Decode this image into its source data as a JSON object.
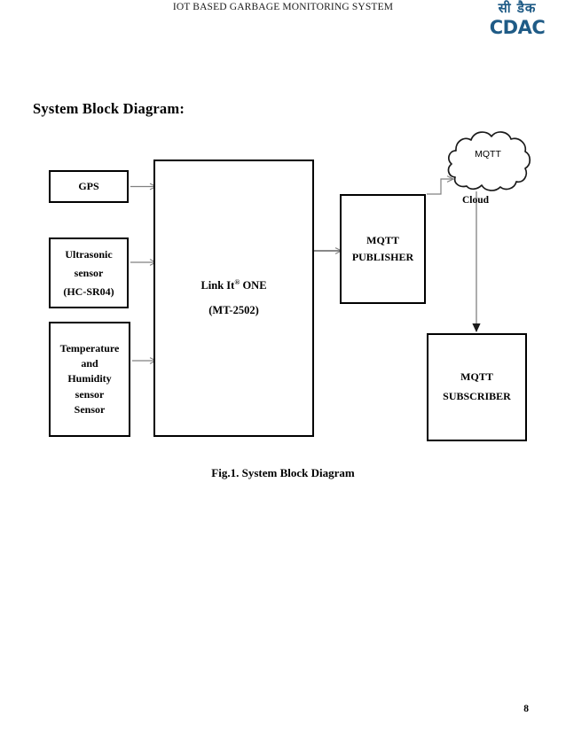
{
  "document": {
    "header_title": "IOT BASED GARBAGE MONITORING SYSTEM",
    "logo": {
      "devanagari": "सी डैक",
      "wordmark": "CDAC",
      "color": "#1f5b86"
    },
    "section_heading": "System Block Diagram:",
    "figure_caption": "Fig.1. System Block Diagram",
    "page_number": "8"
  },
  "diagram": {
    "nodes": {
      "gps": {
        "label": "GPS"
      },
      "ultrasonic": {
        "line1": "Ultrasonic",
        "line2": "sensor",
        "line3": "(HC-SR04)"
      },
      "temperature": {
        "line1": "Temperature",
        "line2": "and",
        "line3": "Humidity",
        "line4": "sensor",
        "line5": "Sensor"
      },
      "linkit": {
        "line1_a": "Link It",
        "line1_sup": "®",
        "line1_b": " ONE",
        "line2": "(MT-2502)"
      },
      "mqtt_publisher": {
        "line1": "MQTT",
        "line2": "PUBLISHER"
      },
      "mqtt_subscriber": {
        "line1": "MQTT",
        "line2": "SUBSCRIBER"
      },
      "cloud": {
        "inner_label": "MQTT",
        "caption": "Cloud"
      }
    },
    "colors": {
      "node_border": "#000000",
      "arrow_gray": "#808080",
      "arrow_black": "#000000",
      "background": "#ffffff"
    }
  }
}
